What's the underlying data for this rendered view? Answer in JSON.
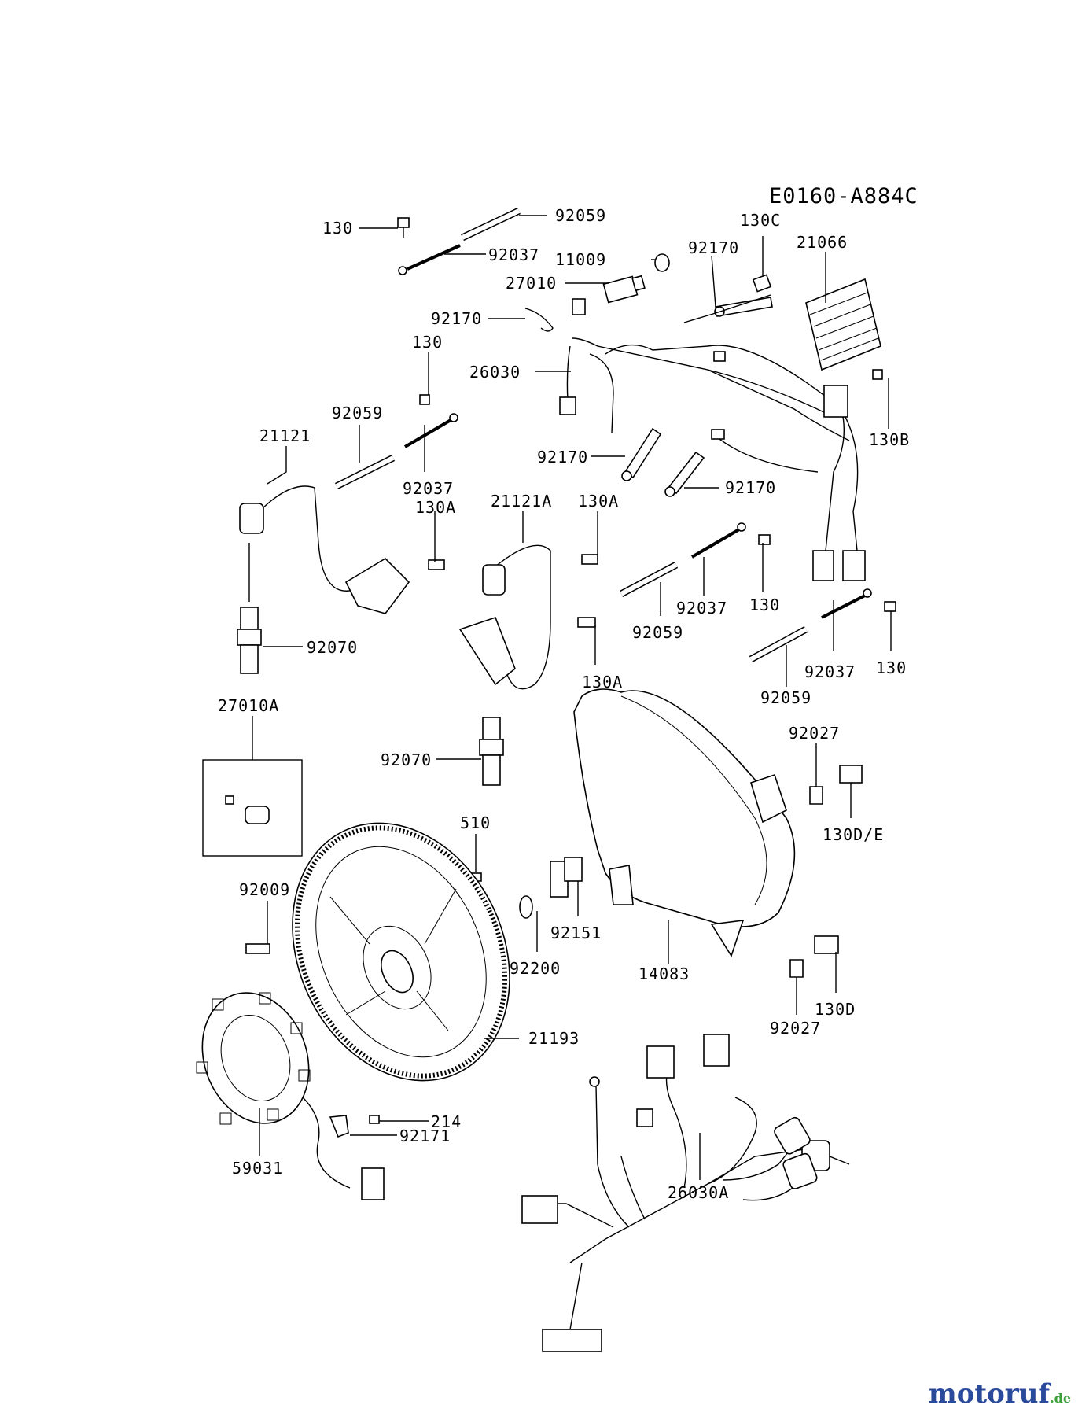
{
  "diagram_code": "E0160-A884C",
  "brand": {
    "name": "motoruf",
    "tld": ".de",
    "color": "#2a4a9c",
    "tld_color": "#3aa03a"
  },
  "labels": [
    "130",
    "92059",
    "92037",
    "11009",
    "27010",
    "130C",
    "92170",
    "21066",
    "92170",
    "130",
    "26030",
    "92059",
    "21121",
    "92037",
    "130A",
    "130B",
    "92170",
    "92170",
    "21121A",
    "130A",
    "130",
    "92037",
    "92059",
    "92070",
    "92037",
    "130",
    "130A",
    "92059",
    "27010A",
    "92070",
    "92027",
    "510",
    "130D/E",
    "92009",
    "92151",
    "92200",
    "14083",
    "21193",
    "130D",
    "92027",
    "214",
    "92171",
    "59031",
    "26030A"
  ]
}
